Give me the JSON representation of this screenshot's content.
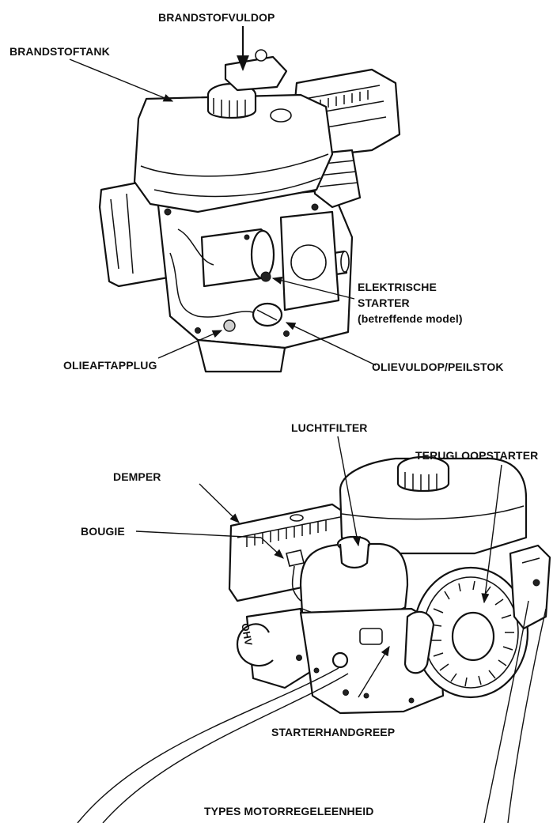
{
  "labels": {
    "fuel_cap": "BRANDSTOFVULDOP",
    "fuel_tank": "BRANDSTOFTANK",
    "electric_starter_1": "ELEKTRISCHE",
    "electric_starter_2": "STARTER",
    "electric_starter_3": "(betreffende model)",
    "oil_drain_plug": "OLIEAFTAPPLUG",
    "oil_filler_cap": "OLIEVULDOP/PEILSTOK",
    "air_cleaner": "LUCHTFILTER",
    "recoil_starter": "TERUGLOOPSTARTER",
    "muffler": "DEMPER",
    "spark_plug": "BOUGIE",
    "engine_logo": "OHV",
    "starter_grip": "STARTERHANDGREEP",
    "control_types": "TYPES MOTORREGELEENHEID"
  }
}
